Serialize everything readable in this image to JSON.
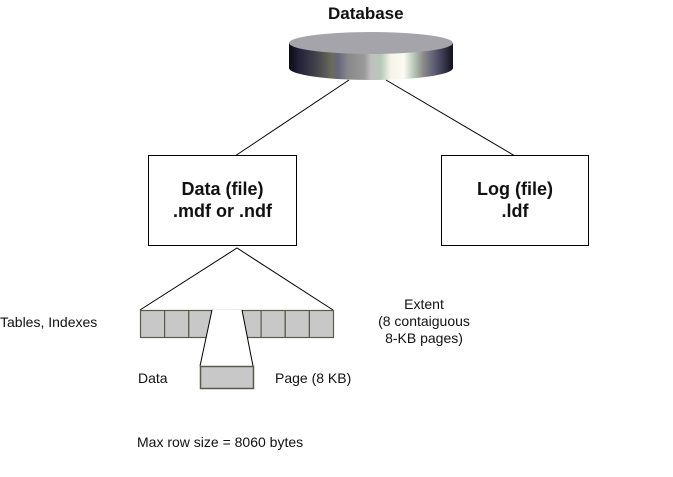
{
  "diagram": {
    "title": "Database",
    "data_file": {
      "line1": "Data (file)",
      "line2": ".mdf or .ndf"
    },
    "log_file": {
      "line1": "Log (file)",
      "line2": ".ldf"
    },
    "tables_label": "Tables, Indexes",
    "extent": {
      "line1": "Extent",
      "line2": "(8 contaiguous",
      "line3": "8-KB pages)"
    },
    "data_label": "Data",
    "page_label": "Page (8 KB)",
    "extent_page_count": 8,
    "footer": "Max row size = 8060 bytes",
    "colors": {
      "page_fill": "#c8c8c8",
      "page_stroke": "#5a5a48",
      "line": "#000000"
    }
  }
}
